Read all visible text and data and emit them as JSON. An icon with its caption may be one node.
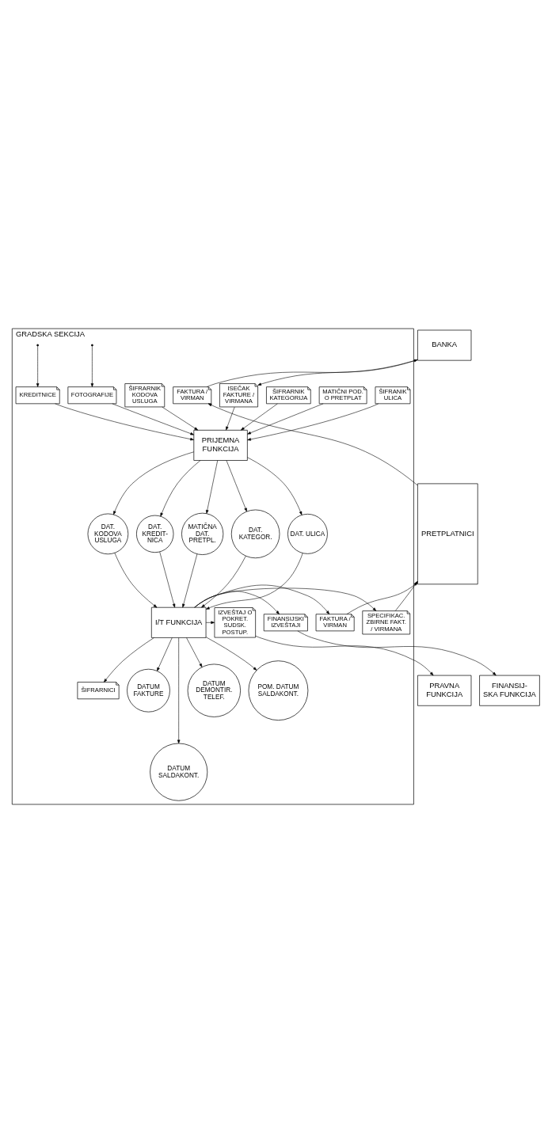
{
  "diagram": {
    "nodes": [
      {
        "text": [
          "GRADSKA SEKCIJA"
        ]
      },
      {
        "text": [
          "BANKA"
        ]
      },
      {
        "text": [
          "PRETPLATNICI"
        ]
      },
      {
        "text": [
          "ŠIFRANIK ULICA"
        ],
        "in": 0
      },
      {
        "text": [
          "MATIČNI POD. O PRETPLAT"
        ],
        "in": 0
      },
      {
        "text": [
          "ŠIFRARNIK KATEGORIJA"
        ],
        "in": 0
      },
      {
        "text": [
          "ISEČAK FAKTURE / VIRMANA"
        ],
        "in": 0
      },
      {
        "text": [
          "FAKTURA / VIRMAN"
        ],
        "in": 0
      },
      {
        "text": [
          "ŠIFRARNIK KODOVA USLUGA"
        ],
        "in": 0
      },
      {
        "text": [
          "FOTOGRAFIJE"
        ],
        "in": 0
      },
      {
        "text": [
          "PRIJEMNA FUNKCIJA"
        ],
        "in": 0
      },
      {
        "text": [
          "KREDITNICE"
        ],
        "in": 0
      },
      {
        "text": [
          "DAT. KODOVA USLUGA"
        ],
        "in": 0
      },
      {
        "text": [
          "DAT. KREDIT- NICA"
        ],
        "in": 0
      },
      {
        "text": [
          "MATIČNA DAT. PRETPL."
        ],
        "in": 0
      },
      {
        "text": [
          "DAT. KATEGOR."
        ],
        "in": 0
      },
      {
        "text": [
          "DAT. ULICA"
        ],
        "in": 0
      },
      {
        "text": [
          "SPECIFIKAC. ZBIRNE FAKT. / VIRMANA"
        ],
        "in": 0
      },
      {
        "text": [
          "FAKTURA / VIRMAN"
        ],
        "in": 0
      },
      {
        "text": [
          "I/T FUNKCIJA"
        ],
        "in": 0
      },
      {
        "text": [
          "IZVEŠTAJ O POKRET. SUDSK. POSTUP."
        ],
        "in": 0
      },
      {
        "text": [
          "PRAVNA FUNKCIJA"
        ]
      },
      {
        "text": [
          "FINANSIJSKI IZVEŠTAJI"
        ],
        "in": 0
      },
      {
        "text": [
          "FINANSIJ- SKA FUNKCIJA"
        ]
      },
      {
        "text": [
          "ŠIFRARNICI"
        ],
        "in": 0
      },
      {
        "text": [
          "DATUM FAKTURE"
        ],
        "in": 0
      },
      {
        "text": [
          "DATUM SALDAKONT."
        ],
        "in": 0
      },
      {
        "text": [
          "DATUM DEMONTIR. TELEF."
        ],
        "in": 0
      },
      {
        "text": [
          "POM. DATUM SALDAKONT."
        ],
        "in": 0
      }
    ],
    "edges": [
      {
        "from": 1,
        "to": 6,
        "arrow": "to"
      },
      {
        "from": 7,
        "to": 1,
        "arrow": "to"
      },
      {
        "from": 2,
        "to": 7,
        "arrow": "to"
      },
      {
        "from": 3,
        "to": 10,
        "arrow": "to"
      },
      {
        "from": 4,
        "to": 10,
        "arrow": "to"
      },
      {
        "from": 5,
        "to": 10,
        "arrow": "to"
      },
      {
        "from": 8,
        "to": 10,
        "arrow": "to"
      },
      {
        "from": null,
        "to": 9,
        "arrow": "to"
      },
      {
        "from": 9,
        "to": 10,
        "arrow": "to"
      },
      {
        "from": 6,
        "to": 10,
        "arrow": "to"
      },
      {
        "from": null,
        "to": 11,
        "arrow": "to"
      },
      {
        "from": 11,
        "to": 10,
        "arrow": "to"
      },
      {
        "from": 10,
        "to": 12,
        "arrow": "to"
      },
      {
        "from": 10,
        "to": 13,
        "arrow": "to"
      },
      {
        "from": 10,
        "to": 14,
        "arrow": "to"
      },
      {
        "from": 10,
        "to": 15,
        "arrow": "to"
      },
      {
        "from": 10,
        "to": 16,
        "arrow": "to"
      },
      {
        "from": 12,
        "to": 19,
        "arrow": "to"
      },
      {
        "from": 13,
        "to": 19,
        "arrow": "to"
      },
      {
        "from": 14,
        "to": 19,
        "arrow": "to"
      },
      {
        "from": 15,
        "to": 19,
        "arrow": "to"
      },
      {
        "from": 16,
        "to": 19,
        "arrow": "to"
      },
      {
        "from": 19,
        "to": 17,
        "arrow": "to"
      },
      {
        "from": 19,
        "to": 18,
        "arrow": "to"
      },
      {
        "from": 17,
        "to": 2,
        "arrow": "to"
      },
      {
        "from": 18,
        "to": 2,
        "arrow": "to"
      },
      {
        "from": 19,
        "to": 20,
        "arrow": "to"
      },
      {
        "from": 20,
        "to": 21,
        "arrow": "to"
      },
      {
        "from": 19,
        "to": 22,
        "arrow": "to"
      },
      {
        "from": 22,
        "to": 23,
        "arrow": "to"
      },
      {
        "from": 19,
        "to": 24,
        "arrow": "to"
      },
      {
        "from": 19,
        "to": 25,
        "arrow": "to"
      },
      {
        "from": 19,
        "to": 26,
        "arrow": "to"
      },
      {
        "from": 19,
        "to": 27,
        "arrow": "to"
      },
      {
        "from": 19,
        "to": 28,
        "arrow": "to"
      }
    ]
  }
}
